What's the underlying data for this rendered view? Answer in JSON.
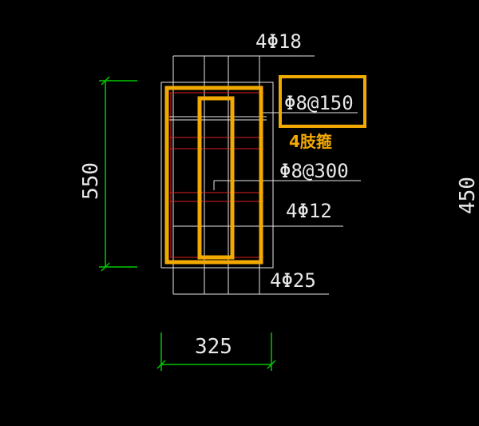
{
  "labels": {
    "top_bars": "4Φ18",
    "stirrup_main": "Φ8@150",
    "stirrup_note": "4肢箍",
    "tie": "Φ8@300",
    "middle_bars": "4Φ12",
    "bottom_bars": "4Φ25"
  },
  "dimensions": {
    "height": "550",
    "width": "325",
    "side_height": "450"
  },
  "colors": {
    "background": "#000000",
    "line_white": "#e8e8e8",
    "dimension_green": "#00c800",
    "rebar_red": "#e02020",
    "highlight_orange": "#f2a900"
  }
}
